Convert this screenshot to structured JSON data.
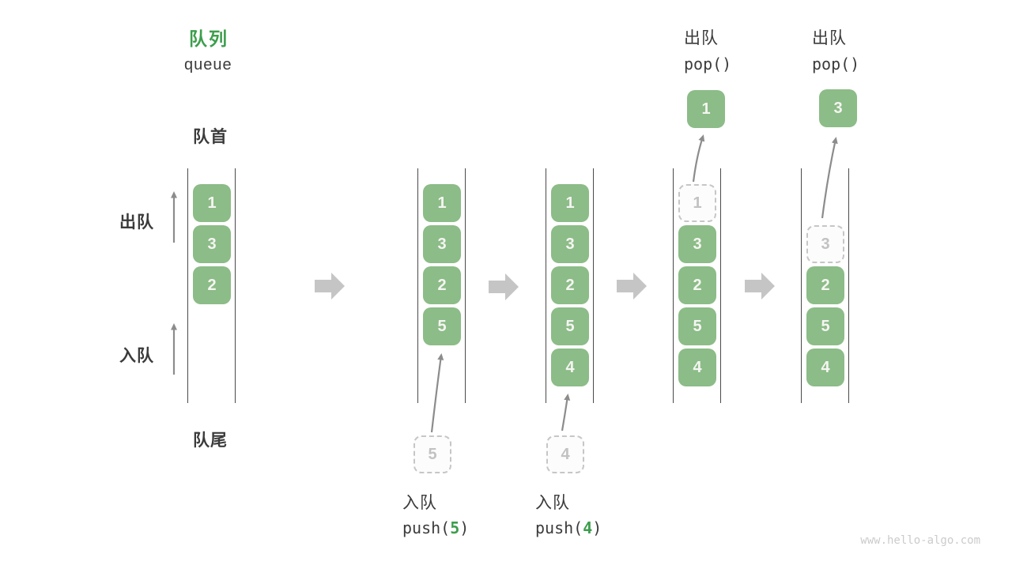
{
  "header": {
    "title_zh": "队列",
    "title_en": "queue"
  },
  "side_labels": {
    "front": "队首",
    "rear": "队尾",
    "dequeue": "出队",
    "enqueue": "入队"
  },
  "pop_ops": [
    {
      "label_zh": "出队",
      "code": "pop()",
      "popped_value": "1"
    },
    {
      "label_zh": "出队",
      "code": "pop()",
      "popped_value": "3"
    }
  ],
  "push_ops": [
    {
      "label_zh": "入队",
      "code_prefix": "push(",
      "arg": "5",
      "code_suffix": ")",
      "staged_value": "5"
    },
    {
      "label_zh": "入队",
      "code_prefix": "push(",
      "arg": "4",
      "code_suffix": ")",
      "staged_value": "4"
    }
  ],
  "queues": [
    {
      "cells": [
        {
          "value": "1",
          "ghost": false,
          "slot": 0
        },
        {
          "value": "3",
          "ghost": false,
          "slot": 1
        },
        {
          "value": "2",
          "ghost": false,
          "slot": 2
        }
      ]
    },
    {
      "cells": [
        {
          "value": "1",
          "ghost": false,
          "slot": 0
        },
        {
          "value": "3",
          "ghost": false,
          "slot": 1
        },
        {
          "value": "2",
          "ghost": false,
          "slot": 2
        },
        {
          "value": "5",
          "ghost": false,
          "slot": 3
        }
      ]
    },
    {
      "cells": [
        {
          "value": "1",
          "ghost": false,
          "slot": 0
        },
        {
          "value": "3",
          "ghost": false,
          "slot": 1
        },
        {
          "value": "2",
          "ghost": false,
          "slot": 2
        },
        {
          "value": "5",
          "ghost": false,
          "slot": 3
        },
        {
          "value": "4",
          "ghost": false,
          "slot": 4
        }
      ]
    },
    {
      "cells": [
        {
          "value": "1",
          "ghost": true,
          "slot": 0
        },
        {
          "value": "3",
          "ghost": false,
          "slot": 1
        },
        {
          "value": "2",
          "ghost": false,
          "slot": 2
        },
        {
          "value": "5",
          "ghost": false,
          "slot": 3
        },
        {
          "value": "4",
          "ghost": false,
          "slot": 4
        }
      ]
    },
    {
      "cells": [
        {
          "value": "3",
          "ghost": true,
          "slot": 1
        },
        {
          "value": "2",
          "ghost": false,
          "slot": 2
        },
        {
          "value": "5",
          "ghost": false,
          "slot": 3
        },
        {
          "value": "4",
          "ghost": false,
          "slot": 4
        }
      ]
    }
  ],
  "watermark": "www.hello-algo.com",
  "colors": {
    "accent_green": "#3d9e4d",
    "cell_green": "#8cbc87",
    "cell_text": "#f5f5f2",
    "ghost_border": "#c6c6c6",
    "ghost_fill": "#fcfcfc",
    "ghost_text": "#c2c2c2",
    "rail_color": "#4a4a4a",
    "text_dark": "#3b3b3b",
    "arrow_gray": "#8c8c8c",
    "block_arrow_gray": "#c5c5c5",
    "watermark_gray": "#cbcbcb"
  }
}
